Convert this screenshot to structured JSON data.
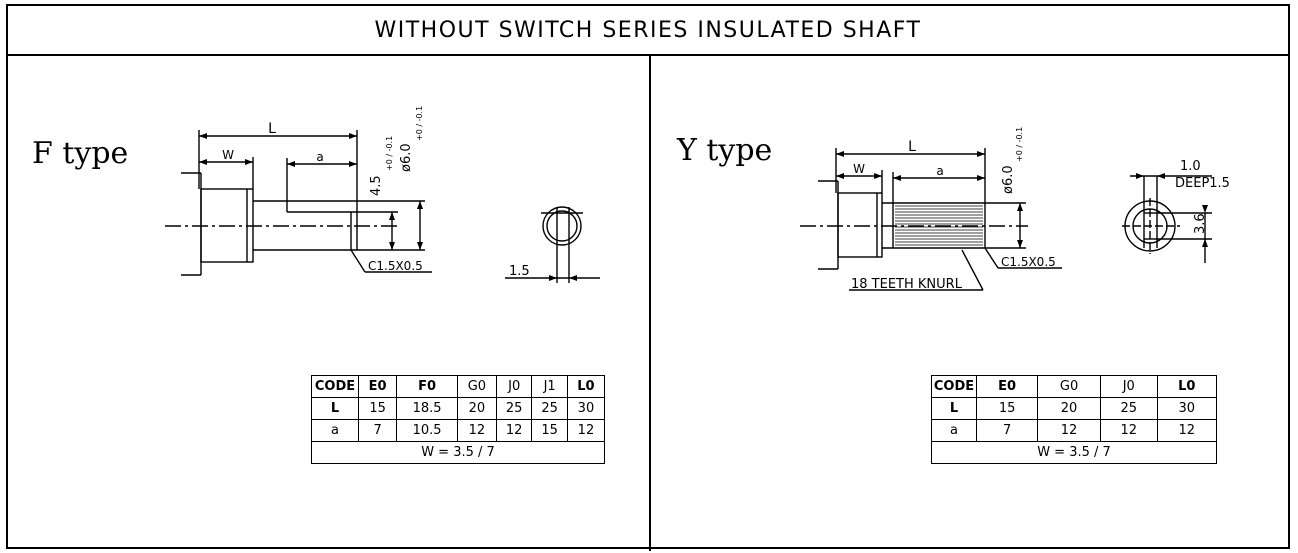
{
  "title": "WITHOUT SWITCH SERIES INSULATED SHAFT",
  "f_panel": {
    "label": "F type",
    "dims": {
      "L": "L",
      "W": "W",
      "a": "a",
      "d45": "4.5",
      "d45_tol": "+0 / -0.1",
      "d60": "ø6.0",
      "d60_tol": "+0 / -0.1",
      "chamfer": "C1.5X0.5",
      "slot": "1.5"
    },
    "table": {
      "header": [
        "CODE",
        "E0",
        "F0",
        "G0",
        "J0",
        "J1",
        "L0"
      ],
      "rows": [
        [
          "L",
          "15",
          "18.5",
          "20",
          "25",
          "25",
          "30"
        ],
        [
          "a",
          "7",
          "10.5",
          "12",
          "12",
          "15",
          "12"
        ]
      ],
      "footer": "W = 3.5 / 7"
    }
  },
  "y_panel": {
    "label": "Y type",
    "dims": {
      "L": "L",
      "W": "W",
      "a": "a",
      "d60": "ø6.0",
      "d60_tol": "+0 / -0.1",
      "chamfer": "C1.5X0.5",
      "knurl": "18 TEETH KNURL",
      "slot_w": "1.0",
      "deep": "DEEP1.5",
      "h36": "3.6"
    },
    "table": {
      "header": [
        "CODE",
        "E0",
        "G0",
        "J0",
        "L0"
      ],
      "rows": [
        [
          "L",
          "15",
          "20",
          "25",
          "30"
        ],
        [
          "a",
          "7",
          "12",
          "12",
          "12"
        ]
      ],
      "footer": "W = 3.5 / 7"
    }
  }
}
